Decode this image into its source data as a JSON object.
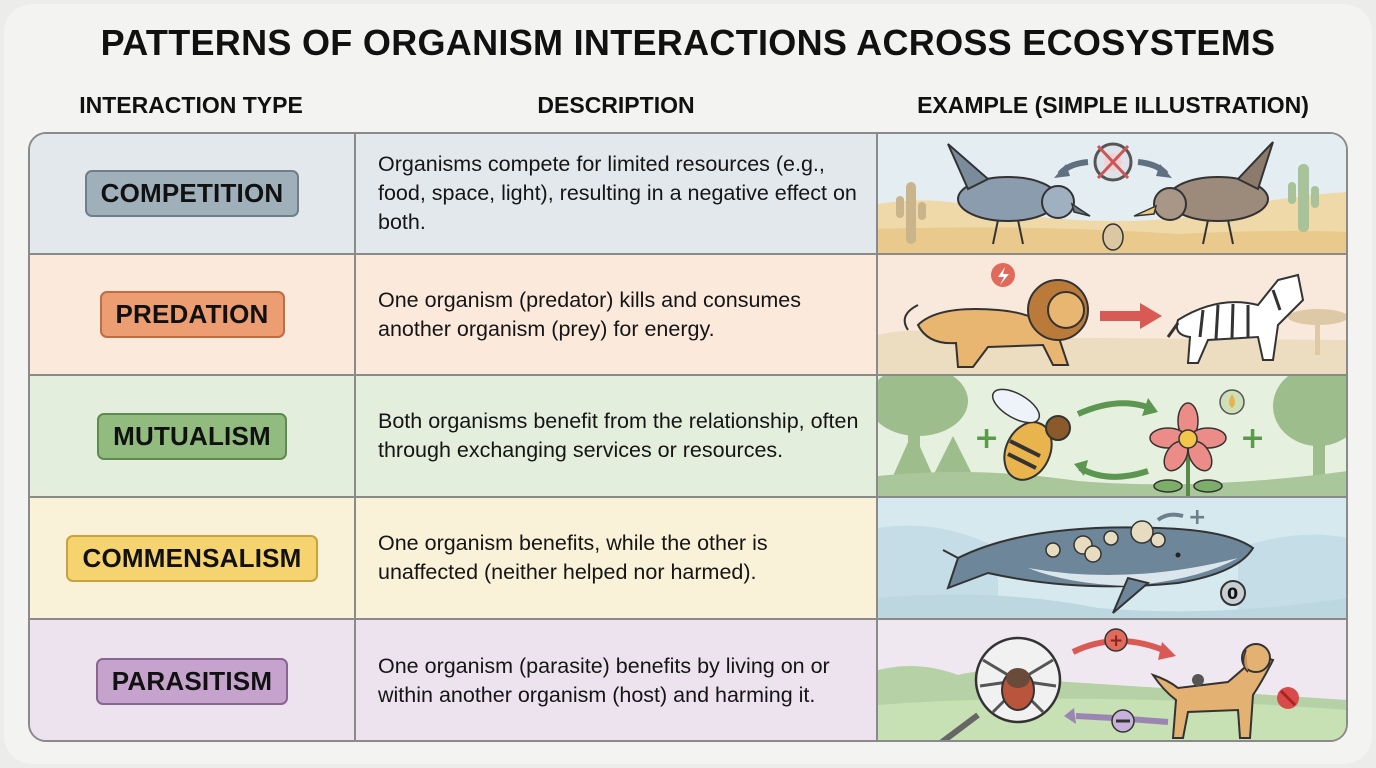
{
  "title": "PATTERNS OF ORGANISM INTERACTIONS ACROSS ECOSYSTEMS",
  "columns": {
    "type": "INTERACTION TYPE",
    "description": "DESCRIPTION",
    "example": "EXAMPLE (SIMPLE ILLUSTRATION)"
  },
  "rows": [
    {
      "type": "COMPETITION",
      "description": "Organisms compete for limited resources (e.g., food, space, light), resulting in a negative effect on both.",
      "row_bg": "#e3e8ec",
      "badge_bg": "#9fb0bb",
      "badge_border": "#6f7f8a",
      "illustration": {
        "scene": "desert",
        "subjects": [
          "grey-bird",
          "brown-bird",
          "seed"
        ],
        "symbol": "crossed-circle",
        "arrows": "outward-double"
      }
    },
    {
      "type": "PREDATION",
      "description": "One organism (predator) kills and consumes another organism (prey) for energy.",
      "row_bg": "#fbe9dc",
      "badge_bg": "#ec9d72",
      "badge_border": "#c06d44",
      "illustration": {
        "scene": "savanna",
        "subjects": [
          "lion",
          "zebra"
        ],
        "symbol": "lightning-badge",
        "arrows": "predator-to-prey"
      }
    },
    {
      "type": "MUTUALISM",
      "description": "Both organisms benefit from the relationship, often through exchanging services or resources.",
      "row_bg": "#e3eedd",
      "badge_bg": "#92bb80",
      "badge_border": "#5f8a50",
      "illustration": {
        "scene": "forest",
        "subjects": [
          "bee",
          "flower"
        ],
        "symbols": [
          "+",
          "+",
          "nectar-drop"
        ],
        "arrows": "exchange-cycle"
      }
    },
    {
      "type": "COMMENSALISM",
      "description": "One organism benefits, while the other is unaffected (neither helped nor harmed).",
      "row_bg": "#f9f1d8",
      "badge_bg": "#f5d36e",
      "badge_border": "#c7a23e",
      "illustration": {
        "scene": "ocean",
        "subjects": [
          "whale",
          "barnacles"
        ],
        "symbols": [
          "+",
          "0"
        ]
      }
    },
    {
      "type": "PARASITISM",
      "description": "One organism (parasite) benefits by living on or within another organism (host) and harming it.",
      "row_bg": "#ece3ee",
      "badge_bg": "#c6a3cd",
      "badge_border": "#8a6593",
      "illustration": {
        "scene": "meadow",
        "subjects": [
          "tick",
          "dog"
        ],
        "symbols": [
          "+",
          "-",
          "harm-badge"
        ],
        "tool": "magnifier"
      }
    }
  ]
}
